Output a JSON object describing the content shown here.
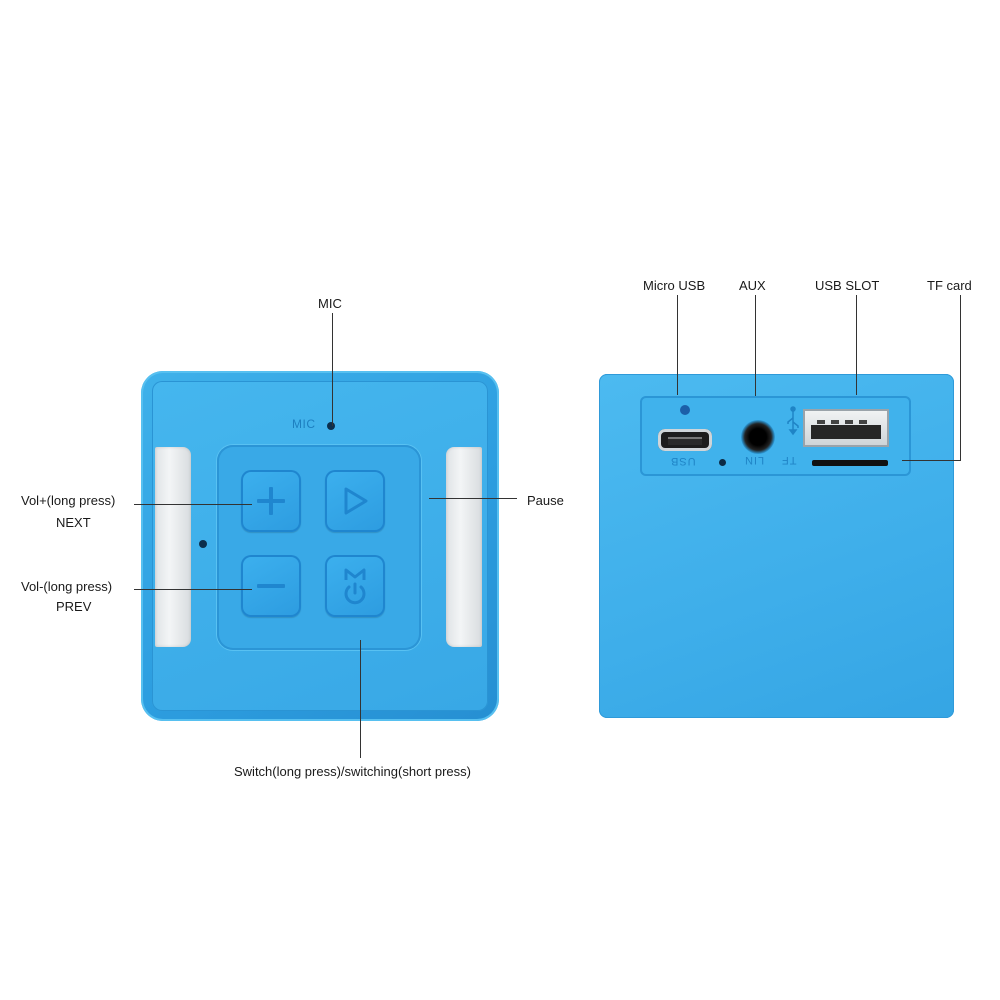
{
  "front": {
    "labels": {
      "mic": "MIC",
      "vol_plus_line1": "Vol+(long press)",
      "vol_plus_line2": "NEXT",
      "vol_minus_line1": "Vol-(long press)",
      "vol_minus_line2": "PREV",
      "pause": "Pause",
      "switch": "Switch(long press)/switching(short press)"
    },
    "device_text": {
      "mic": "MIC"
    }
  },
  "back": {
    "labels": {
      "micro_usb": "Micro USB",
      "aux": "AUX",
      "usb_slot": "USB SLOT",
      "tf_card": "TF card"
    },
    "device_text": {
      "usb": "USB",
      "lin": "LIN",
      "tf": "TF"
    }
  },
  "colors": {
    "device_blue": "#3aabe8",
    "button_outline": "#1f86cf",
    "tape": "#e6e9eb"
  },
  "icons": [
    "plus-icon",
    "play-icon",
    "minus-icon",
    "mode-power-icon",
    "usb-symbol-icon"
  ]
}
